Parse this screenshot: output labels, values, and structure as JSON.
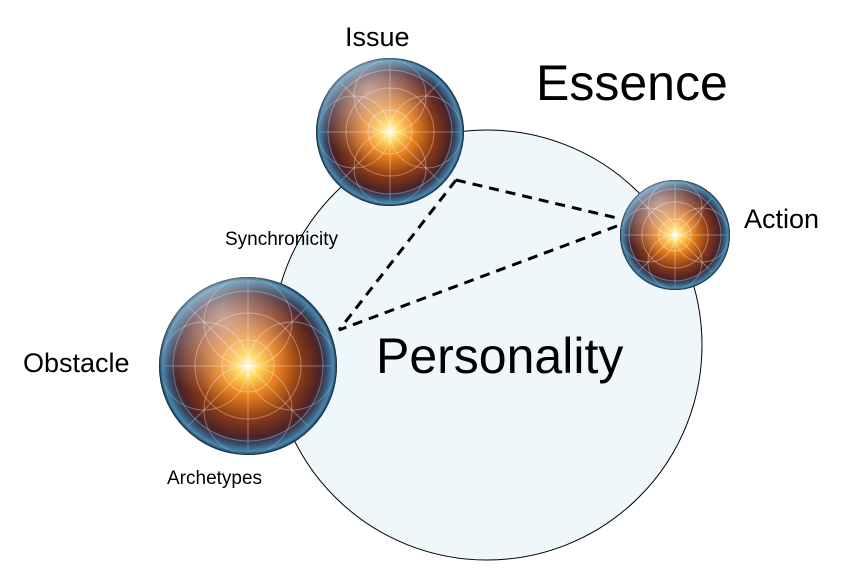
{
  "diagram": {
    "outer_label": "Essence",
    "inner_label": "Personality",
    "nodes": {
      "issue": "Issue",
      "action": "Action",
      "obstacle": "Obstacle"
    },
    "connections": {
      "synchronicity": "Synchronicity",
      "archetypes": "Archetypes"
    },
    "colors": {
      "personality_fill": "#eff7fa",
      "outline": "#000000",
      "dash_line": "#000000",
      "orb_core": "#fff3c0",
      "orb_mid": "#e8801c",
      "orb_deep": "#5a2410",
      "orb_rim": "#0f2a44",
      "orb_highlight": "#ffffff"
    }
  }
}
